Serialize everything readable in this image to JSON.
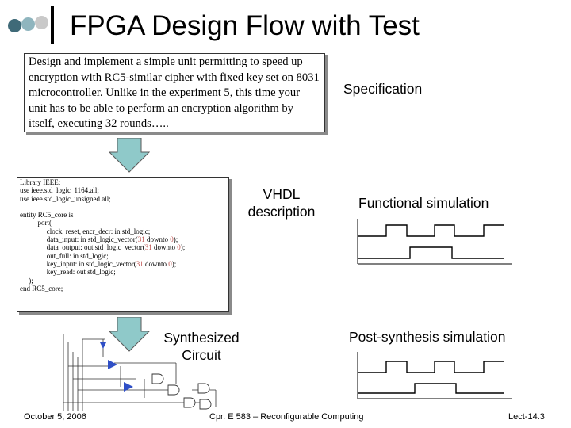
{
  "slide": {
    "title": "FPGA Design Flow with Test",
    "spec_text": "Design and implement a simple unit permitting to speed up encryption with RC5-similar cipher with fixed key set on 8031 microcontroller. Unlike in the experiment 5, this time your unit has to be able to perform an encryption algorithm by itself, executing 32 rounds…..",
    "labels": {
      "specification": "Specification",
      "vhdl_line1": "VHDL",
      "vhdl_line2": "description",
      "functional_sim": "Functional simulation",
      "synth_line1": "Synthesized",
      "synth_line2": "Circuit",
      "post_synth_sim": "Post-synthesis simulation"
    },
    "code": {
      "l1": "Library IEEE;",
      "l2": "use ieee.std_logic_1164.all;",
      "l3": "use ieee.std_logic_unsigned.all;",
      "l4": "entity RC5_core is",
      "l5": "port(",
      "l6": "clock, reset, encr_decr: in std_logic;",
      "l7a": "data_input: in std_logic_vector(",
      "l8a": "data_output: out std_logic_vector(",
      "num31": "31",
      "downto": " downto ",
      "num0": "0",
      "close_semi": ");",
      "l9": "out_full: in std_logic;",
      "l10a": "key_input: in std_logic_vector(",
      "l11": "key_read: out std_logic;",
      "l12": ");",
      "l13": "end RC5_core;"
    },
    "footer": {
      "date": "October 5, 2006",
      "course": "Cpr. E 583 – Reconfigurable Computing",
      "page": "Lect-14.3"
    },
    "colors": {
      "arrow_fill": "#8fc9c9",
      "dot_dark": "#3f6a78",
      "dot_mid": "#8fb5be",
      "dot_light": "#c9c9c9",
      "code_number": "#c0504d"
    }
  }
}
